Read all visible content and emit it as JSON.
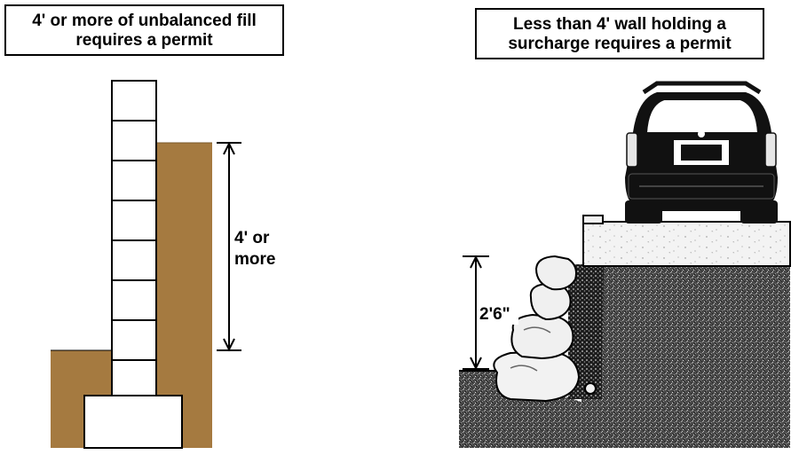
{
  "left_panel": {
    "caption_line1": "4' or more of unbalanced fill",
    "caption_line2": "requires a permit",
    "dimension_line1": "4' or",
    "dimension_line2": "more",
    "fill_color": "#a57a40",
    "block_color": "#ffffff"
  },
  "right_panel": {
    "caption_line1": "Less than 4' wall holding a",
    "caption_line2": "surcharge requires a permit",
    "dimension": "2'6\"",
    "soil_color": "#5a5a5a",
    "slab_color": "#f3f3f3",
    "vehicle_color": "#111111"
  }
}
